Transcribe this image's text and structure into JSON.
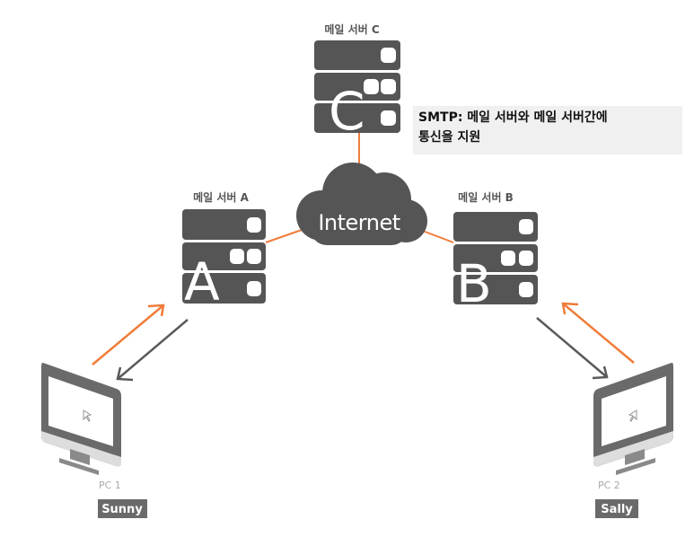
{
  "servers": {
    "c": {
      "title": "메일 서버 C",
      "letter": "C"
    },
    "a": {
      "title": "메일 서버 A",
      "letter": "A"
    },
    "b": {
      "title": "메일 서버 B",
      "letter": "B"
    }
  },
  "cloud": {
    "label": "Internet"
  },
  "note": {
    "line1": "SMTP: 메일 서버와 메일 서버간에",
    "line2": "통신을 지원"
  },
  "pcs": [
    {
      "label": "PC 1",
      "user": "Sunny"
    },
    {
      "label": "PC 2",
      "user": "Sally"
    }
  ],
  "colors": {
    "server": "#555555",
    "connector": "#f07c3a",
    "arrow_up": "#f07c3a",
    "arrow_down": "#5a5a5a",
    "cloud": "#555555",
    "user_badge": "#6a6a6a"
  }
}
